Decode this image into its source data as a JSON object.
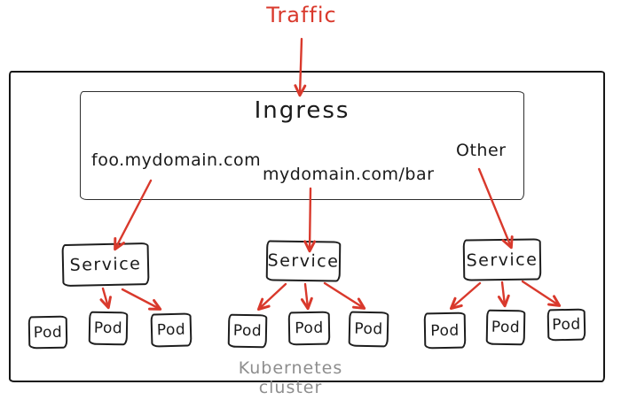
{
  "traffic_label": "Traffic",
  "cluster_label": "Kubernetes cluster",
  "ingress": {
    "title": "Ingress",
    "rules": [
      "foo.mydomain.com",
      "mydomain.com/bar",
      "Other"
    ]
  },
  "services": [
    {
      "label": "Service",
      "pods": [
        "Pod",
        "Pod",
        "Pod"
      ]
    },
    {
      "label": "Service",
      "pods": [
        "Pod",
        "Pod",
        "Pod"
      ]
    },
    {
      "label": "Service",
      "pods": [
        "Pod",
        "Pod",
        "Pod"
      ]
    }
  ],
  "edges": [
    {
      "from": "traffic",
      "to": "ingress"
    },
    {
      "from": "rule-foo.mydomain.com",
      "to": "service-1"
    },
    {
      "from": "rule-mydomain.com/bar",
      "to": "service-2"
    },
    {
      "from": "rule-other",
      "to": "service-3"
    },
    {
      "from": "service-1",
      "to": "pod-1-2"
    },
    {
      "from": "service-1",
      "to": "pod-1-3"
    },
    {
      "from": "service-2",
      "to": "pod-2-1"
    },
    {
      "from": "service-2",
      "to": "pod-2-2"
    },
    {
      "from": "service-2",
      "to": "pod-2-3"
    },
    {
      "from": "service-3",
      "to": "pod-3-1"
    },
    {
      "from": "service-3",
      "to": "pod-3-2"
    },
    {
      "from": "service-3",
      "to": "pod-3-3"
    }
  ],
  "colors": {
    "arrow_red": "#d9392c",
    "ink_black": "#1a1a1a",
    "cluster_label_gray": "#8e8e8e",
    "background": "#ffffff"
  }
}
